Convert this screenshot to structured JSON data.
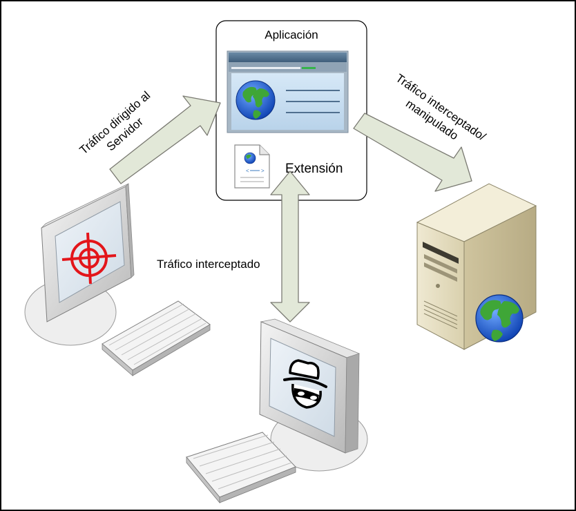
{
  "diagram": {
    "app_title": "Aplicación",
    "extension_label": "Extensión",
    "label_to_server": [
      "Tráfico dirigido al",
      "Servidor"
    ],
    "label_intercepted": "Tráfico interceptado",
    "label_manipulated": [
      "Tráfico interceptado/",
      "manipulado"
    ]
  },
  "colors": {
    "border": "#000000",
    "arrow_fill": "#e2e8d8",
    "arrow_stroke": "#7a7a72",
    "app_window_frame": "#4a6a86",
    "app_window_content": "#d9e9f5",
    "target_red": "#e3151a",
    "server_body": "#eae3c8",
    "monitor_frame": "#d3d3d3",
    "screen_fill": "#dde8f2"
  },
  "icons": [
    "target-icon",
    "spy-icon",
    "globe-icon",
    "web-file-icon",
    "keyboard-icon",
    "server-icon"
  ]
}
